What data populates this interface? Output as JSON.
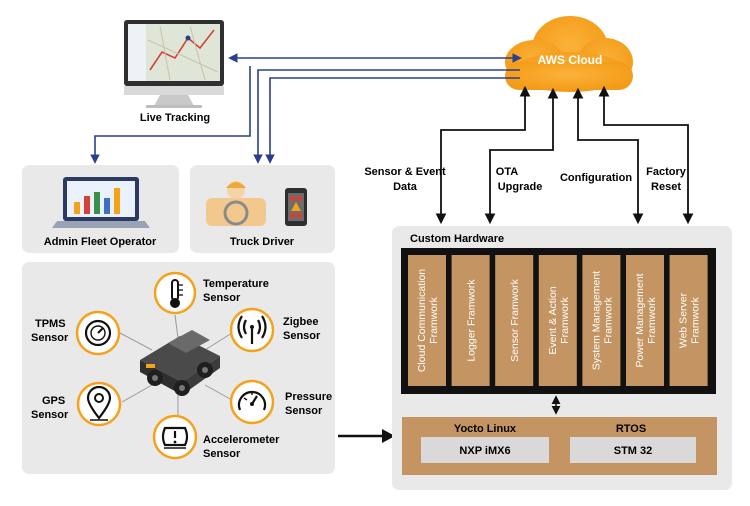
{
  "cloud": {
    "label": "AWS Cloud"
  },
  "live_tracking": {
    "label": "Live Tracking"
  },
  "admin": {
    "label": "Admin Fleet Operator"
  },
  "driver": {
    "label": "Truck Driver"
  },
  "links": {
    "sensor_event": [
      "Sensor & Event",
      "Data"
    ],
    "ota": [
      "OTA",
      "Upgrade"
    ],
    "configuration": [
      "Configuration"
    ],
    "factory_reset": [
      "Factory",
      "Reset"
    ]
  },
  "sensors": {
    "temperature": [
      "Temperature",
      "Sensor"
    ],
    "tpms": [
      "TPMS",
      "Sensor"
    ],
    "zigbee": [
      "Zigbee",
      "Sensor"
    ],
    "gps": [
      "GPS",
      "Sensor"
    ],
    "pressure": [
      "Pressure",
      "Sensor"
    ],
    "accelerometer": [
      "Accelerometer",
      "Sensor"
    ]
  },
  "hardware": {
    "title": "Custom Hardware",
    "frameworks": [
      [
        "Cloud Communication",
        "Framwork"
      ],
      [
        "Logger Framwork"
      ],
      [
        "Sensor Framwork"
      ],
      [
        "Event & Action",
        "Framwork"
      ],
      [
        "System Management",
        "Framwork"
      ],
      [
        "Power Management",
        "Framwork"
      ],
      [
        "Web Server",
        "Framwork"
      ]
    ],
    "yocto": "Yocto Linux",
    "rtos": "RTOS",
    "nxp": "NXP iMX6",
    "stm": "STM 32"
  },
  "colors": {
    "accent": "#f5a21b",
    "arrow_blue": "#2b3f8f",
    "framework_tan": "#c49563",
    "panel_gray": "#e9e9e9"
  }
}
